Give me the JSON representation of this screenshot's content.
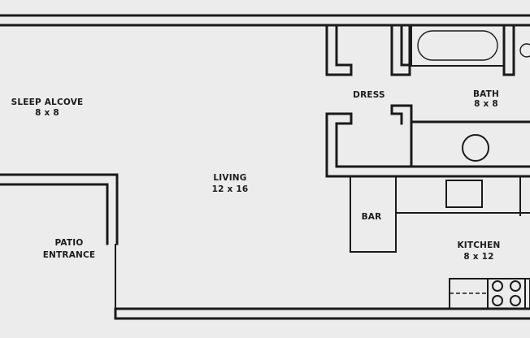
{
  "rooms": {
    "sleep_alcove": {
      "name": "SLEEP ALCOVE",
      "size": "8 x 8"
    },
    "living": {
      "name": "LIVING",
      "size": "12 x 16"
    },
    "patio": {
      "name_line1": "PATIO",
      "name_line2": "ENTRANCE"
    },
    "dress": {
      "name": "DRESS"
    },
    "bath": {
      "name": "BATH",
      "size": "8 x 8"
    },
    "bar": {
      "name": "BAR"
    },
    "kitchen": {
      "name": "KITCHEN",
      "size": "8 x 12"
    }
  }
}
